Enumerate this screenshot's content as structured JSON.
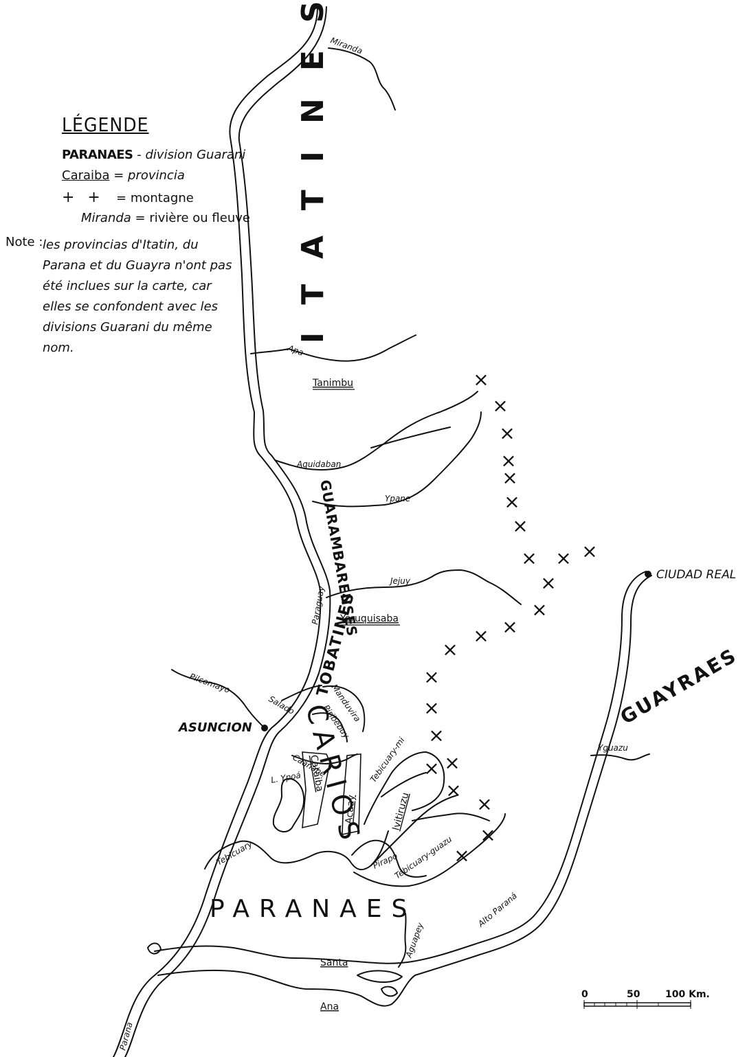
{
  "legend": {
    "title": "LÉGENDE",
    "rows": [
      {
        "key": "PARANAES",
        "sep": " - ",
        "value": "division Guarani"
      },
      {
        "key": "Caraiba",
        "sep": " = ",
        "value": "provincia"
      },
      {
        "key": "+ +",
        "sep": "   = ",
        "value": "montagne"
      },
      {
        "key": "Miranda",
        "sep": " = ",
        "value": "rivière ou fleuve"
      }
    ],
    "note_label": "Note :",
    "note_text": "les provincias d'Itatin, du Parana et du Guayra n'ont pas été inclues sur la carte, car elles se confondent avec les divisions Guarani du même nom."
  },
  "divisions": {
    "itatines": "ITATINES",
    "guarambarenses": "GUARAMBARENSES",
    "tobatines": "TOBATINES",
    "carios": "CARIOS",
    "guayraes": "GUAYRAES",
    "paranaes": "PARANAES"
  },
  "provinces": {
    "tanimbu": "Tanimbu",
    "yeruquisaba": "Yeruquisaba",
    "caraiba": "Caraiba",
    "acaay": "Acaay",
    "ivitiruzu": "Ivitiruzu",
    "santa": "Santa",
    "ana": "Ana"
  },
  "rivers": {
    "miranda": "Miranda",
    "apa": "Apa",
    "aquidaban": "Aquidaban",
    "ypane": "Ypane",
    "jejuy": "Jejuy",
    "paraguay": "Paraguay",
    "pilcomayo": "Pilcomayo",
    "salado": "Salado",
    "manduvira": "Manduvira",
    "piribebuy": "Piribebuy",
    "caanabe": "Caañabe",
    "l_ypoa": "L. Ypoá",
    "tebicuary_mi": "Tebicuary-mi",
    "tebicuary": "Tebicuary",
    "pirapo": "Pirapo",
    "tebicuary_guazu": "Tebicuary-guazu",
    "alto_parana": "Alto Paraná",
    "yguazu": "Yguazu",
    "aguapey": "Aguapey",
    "parana": "Parana"
  },
  "cities": {
    "asuncion": "ASUNCION",
    "ciudad_real": "CIUDAD REAL"
  },
  "scale": {
    "ticks": [
      "0",
      "50",
      "100 Km."
    ]
  },
  "mountain_symbol": "×"
}
